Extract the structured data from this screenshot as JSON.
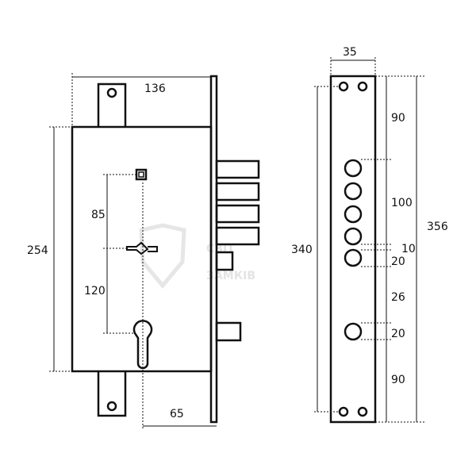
{
  "watermark": {
    "line1": "СВІТ",
    "line2": "ЗАМКІВ"
  },
  "lock_body": {
    "width": "136",
    "height": "254",
    "backset": "65",
    "handle_to_spindle": "85",
    "spindle_to_cylinder": "120"
  },
  "faceplate": {
    "width": "35",
    "total_length": "356",
    "inner_length": "340",
    "segments": [
      "90",
      "100",
      "10",
      "20",
      "26",
      "20",
      "90"
    ]
  }
}
